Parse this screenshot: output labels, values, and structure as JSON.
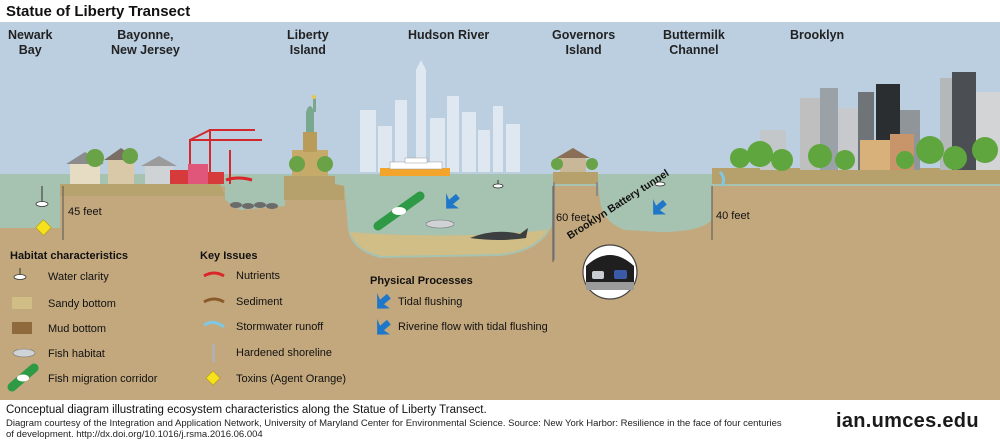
{
  "title": "Statue of Liberty Transect",
  "locations": [
    {
      "id": "newark-bay",
      "line1": "Newark",
      "line2": "Bay"
    },
    {
      "id": "bayonne",
      "line1": "Bayonne,",
      "line2": "New Jersey"
    },
    {
      "id": "liberty-island",
      "line1": "Liberty",
      "line2": "Island"
    },
    {
      "id": "hudson-river",
      "line1": "Hudson River",
      "line2": ""
    },
    {
      "id": "governors-island",
      "line1": "Governors",
      "line2": "Island"
    },
    {
      "id": "buttermilk-channel",
      "line1": "Buttermilk",
      "line2": "Channel"
    },
    {
      "id": "brooklyn",
      "line1": "Brooklyn",
      "line2": ""
    }
  ],
  "depths": {
    "newark": "45 feet",
    "hudson": "60 feet",
    "buttermilk": "40 feet"
  },
  "tunnel_label": "Brooklyn Battery tunnel",
  "legend": {
    "habitat": {
      "heading": "Habitat characteristics",
      "items": [
        "Water clarity",
        "Sandy bottom",
        "Mud bottom",
        "Fish habitat",
        "Fish migration corridor"
      ]
    },
    "key_issues": {
      "heading": "Key Issues",
      "items": [
        "Nutrients",
        "Sediment",
        "Stormwater runoff",
        "Hardened shoreline",
        "Toxins (Agent Orange)"
      ]
    },
    "physical": {
      "heading": "Physical Processes",
      "items": [
        "Tidal flushing",
        "Riverine flow with tidal flushing"
      ]
    }
  },
  "caption": "Conceptual diagram illustrating ecosystem characteristics along the Statue of Liberty Transect.",
  "credit": "Diagram courtesy of the Integration and Application Network, University of Maryland Center for Environmental Science. Source: New York Harbor: Resilience in the face of four centuries of development. http://dx.doi.org/10.1016/j.rsma.2016.06.004",
  "logo": "ian.umces.edu",
  "colors": {
    "sky": "#b9cde0",
    "water": "#a7c3b2",
    "sediment": "#c2a77c",
    "sand_pit": "#cfbb86",
    "nutrients": "#d9262b",
    "sediment_arrow": "#8a5a2b",
    "stormwater": "#7ec8e3",
    "toxins": "#f5e11d",
    "tidal": "#1f77c9",
    "migration": "#2e9a46"
  }
}
